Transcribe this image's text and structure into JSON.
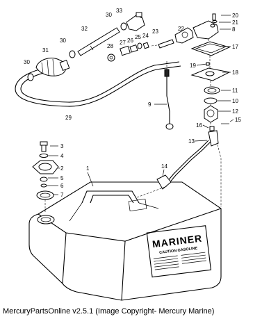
{
  "caption": "MercuryPartsOnline v2.5.1 (Image Copyright- Mercury Marine)",
  "decal": {
    "brand": "MARINER",
    "subtitle": "CAUTION GASOLINE"
  },
  "callouts": [
    "1",
    "2",
    "3",
    "4",
    "5",
    "6",
    "7",
    "8",
    "9",
    "10",
    "11",
    "12",
    "13",
    "14",
    "15",
    "16",
    "17",
    "18",
    "19",
    "20",
    "21",
    "22",
    "23",
    "24",
    "25",
    "26",
    "27",
    "28",
    "29",
    "30",
    "30",
    "30",
    "31",
    "32",
    "33"
  ]
}
